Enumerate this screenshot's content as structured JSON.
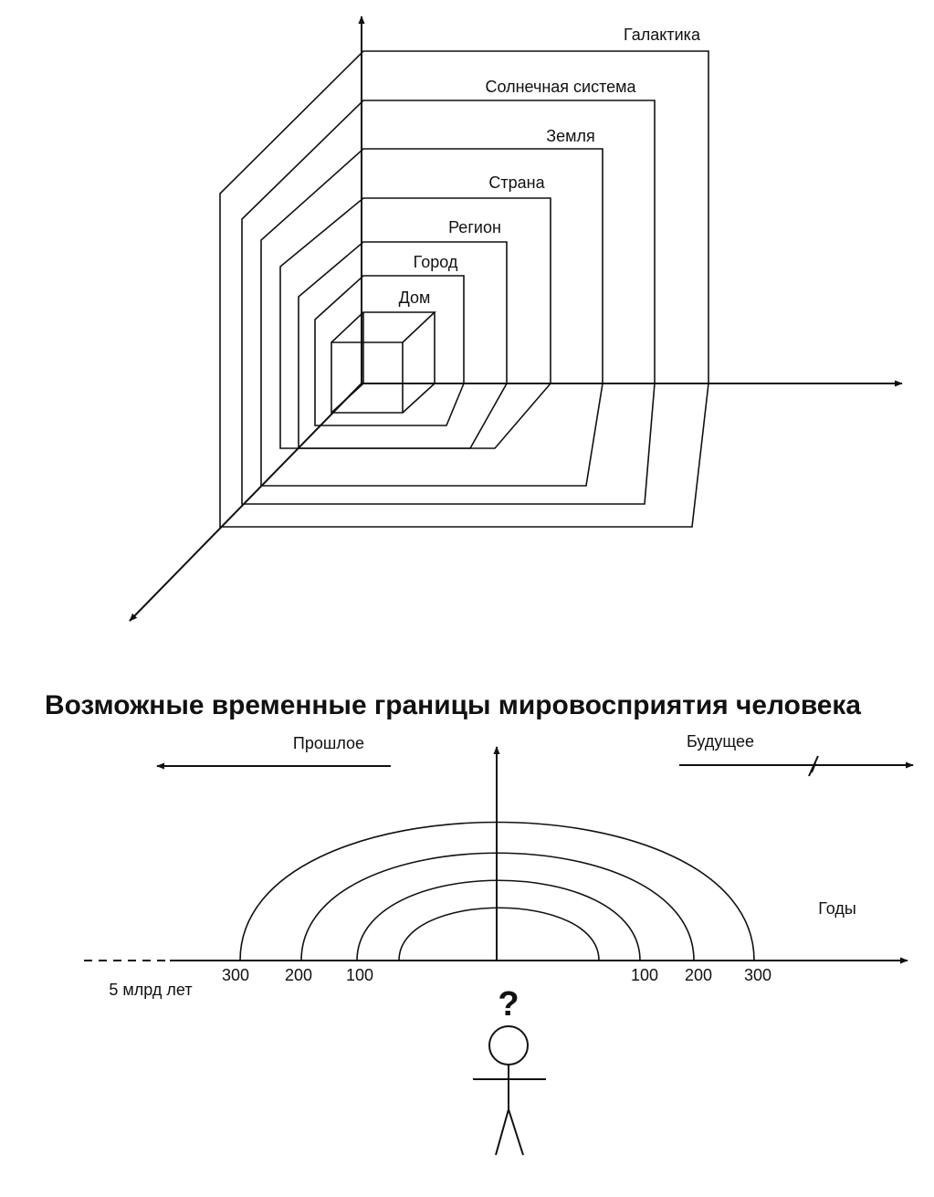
{
  "space_diagram": {
    "levels": [
      "Дом",
      "Город",
      "Регион",
      "Страна",
      "Земля",
      "Солнечная система",
      "Галактика"
    ]
  },
  "time_diagram": {
    "title": "Возможные временные границы мировосприятия человека",
    "past_label": "Прошлое",
    "future_label": "Будущее",
    "axis_label": "Годы",
    "far_past_label": "5 млрд лет",
    "ticks_left": [
      "300",
      "200",
      "100"
    ],
    "ticks_right": [
      "100",
      "200",
      "300"
    ],
    "person_symbol": "?"
  }
}
